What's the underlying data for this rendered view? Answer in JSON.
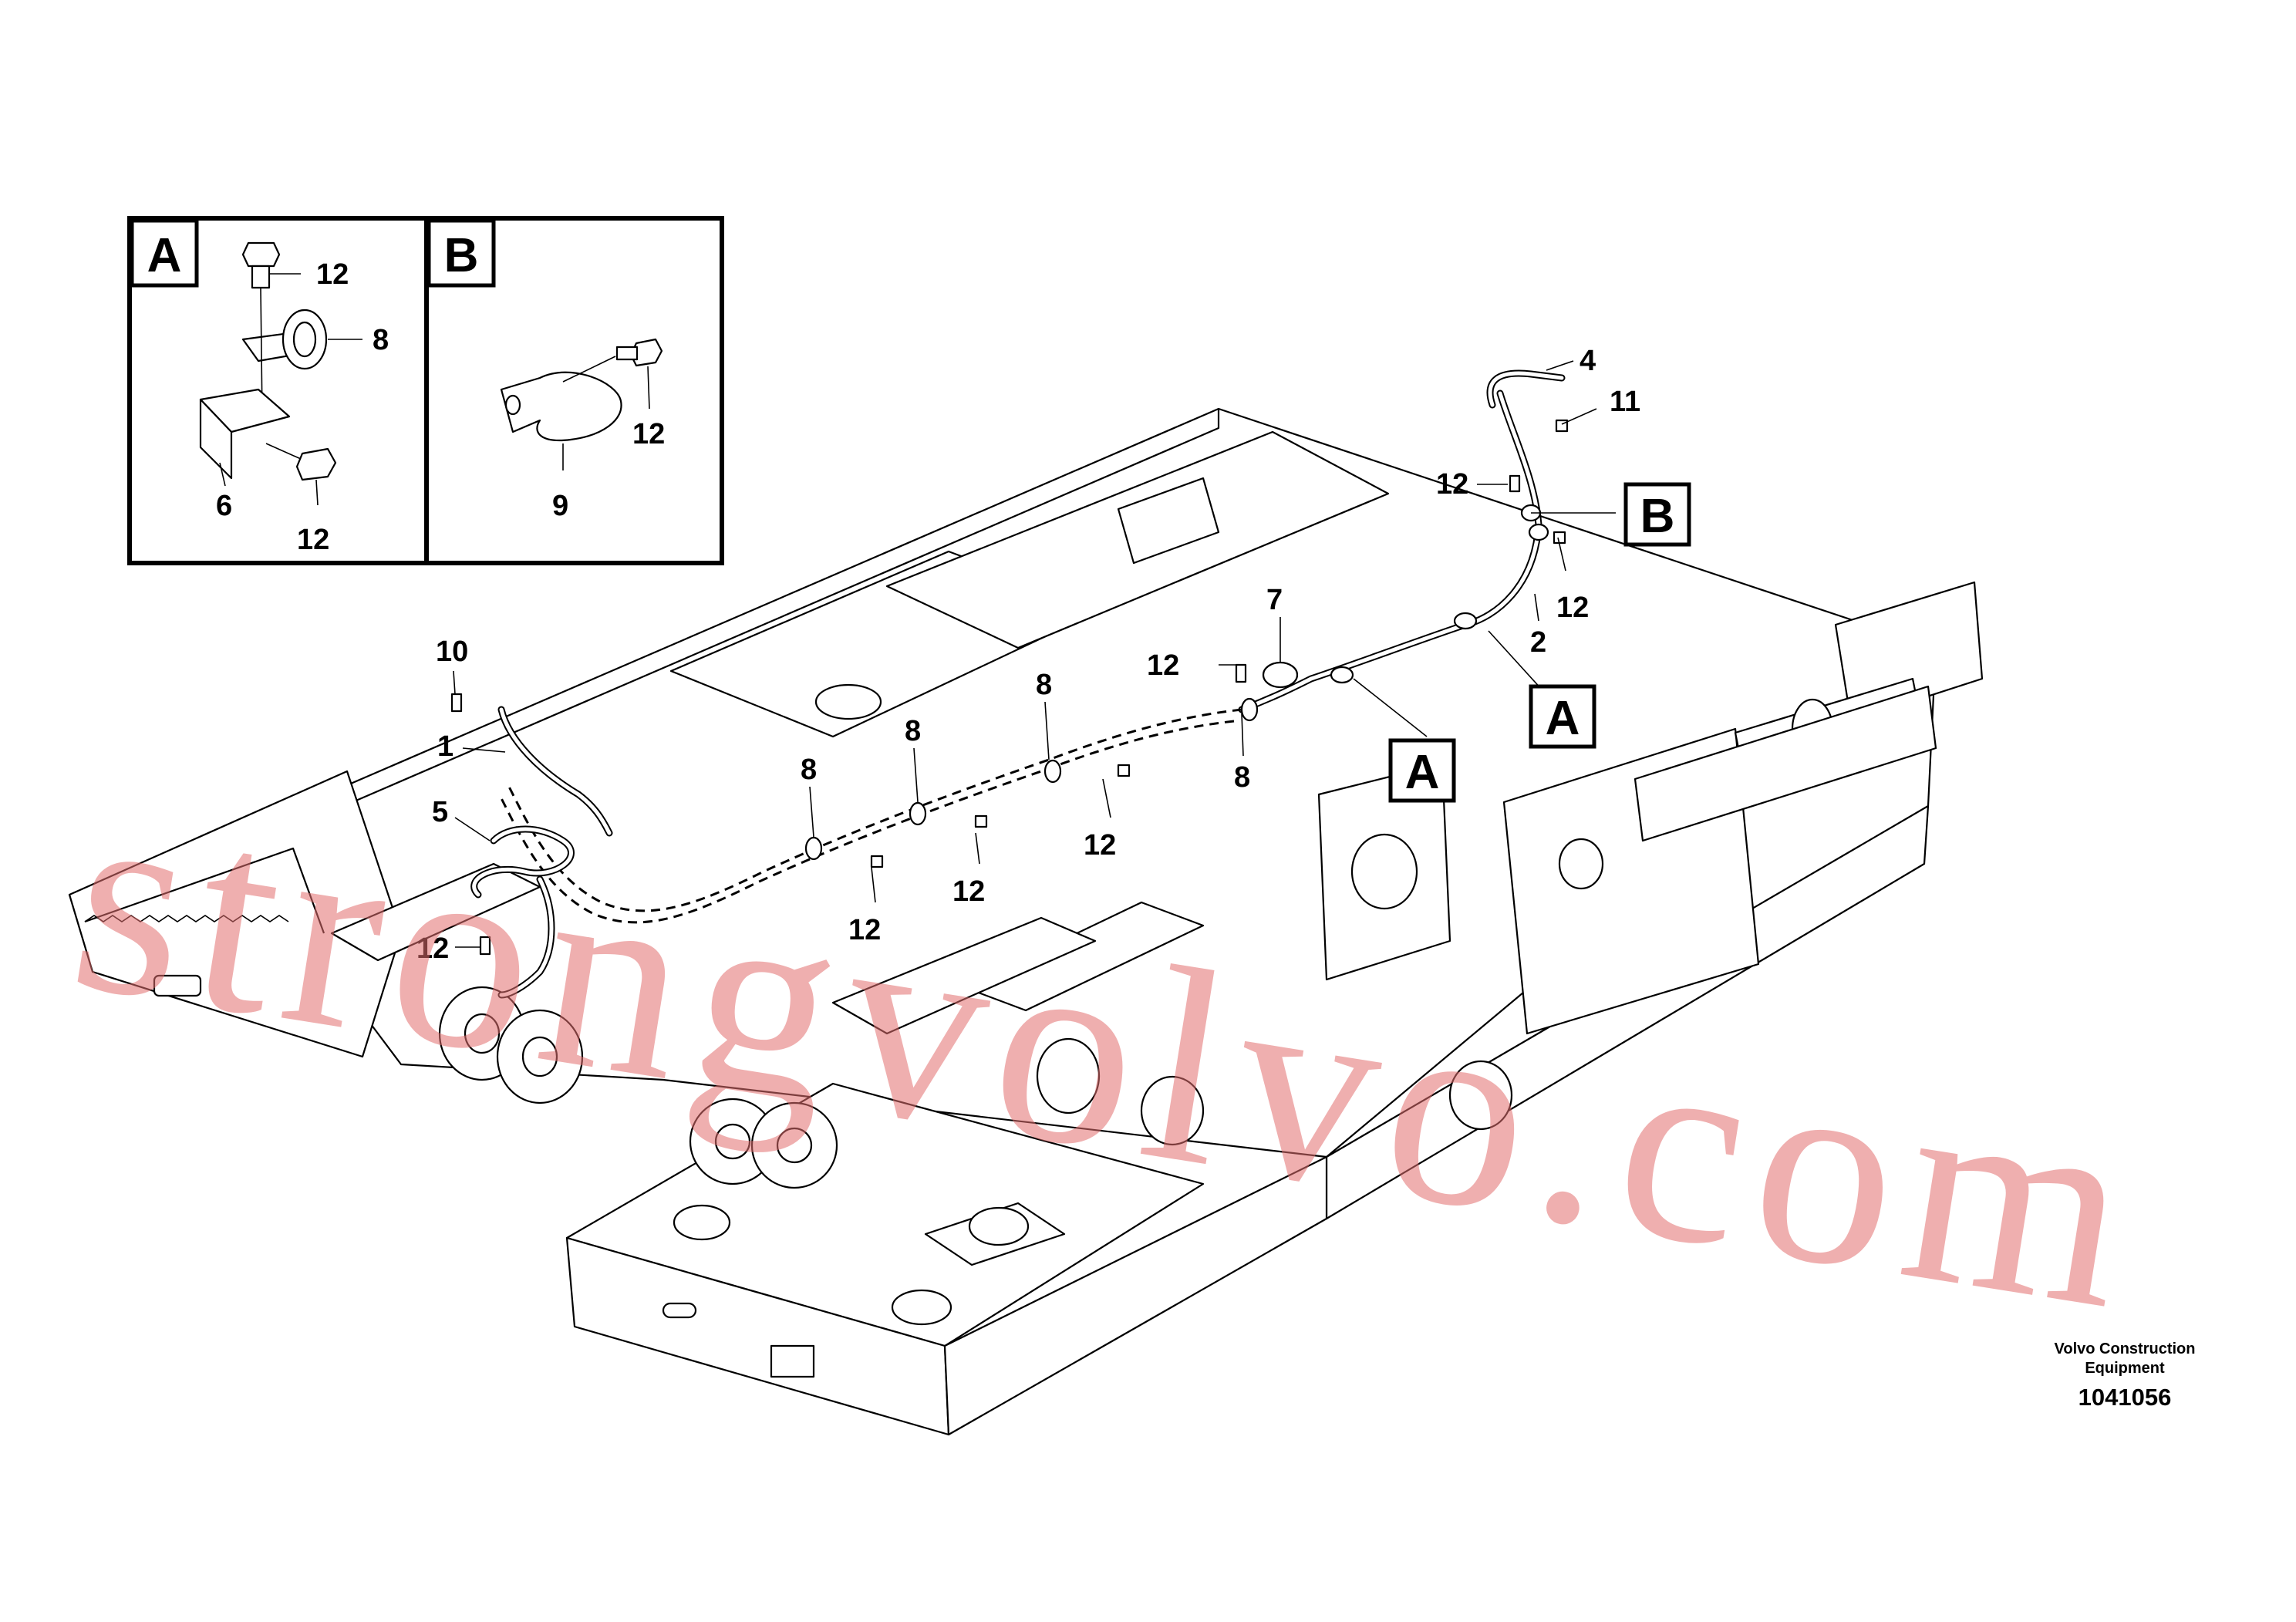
{
  "detail_boxes": [
    {
      "letter": "A",
      "parts": [
        "12",
        "8",
        "6",
        "12"
      ]
    },
    {
      "letter": "B",
      "parts": [
        "12",
        "9"
      ]
    }
  ],
  "callouts": {
    "c4": "4",
    "c11": "11",
    "c12_top": "12",
    "c12_right": "12",
    "c2": "2",
    "c7": "7",
    "c12_mid": "12",
    "c8_right": "8",
    "c8_a": "8",
    "c12_a": "12",
    "c8_b": "8",
    "c12_b": "12",
    "c8_c": "8",
    "c12_c": "12",
    "c10": "10",
    "c1": "1",
    "c5": "5",
    "c12_left": "12"
  },
  "view_labels": {
    "b_main": "B",
    "a_main_right": "A",
    "a_main_left": "A"
  },
  "watermark": "strongvolvo.com",
  "credit": {
    "line1": "Volvo Construction",
    "line2": "Equipment"
  },
  "doc_number": "1041056",
  "colors": {
    "watermark": "#e26f6f",
    "line": "#000000",
    "background": "#ffffff"
  }
}
